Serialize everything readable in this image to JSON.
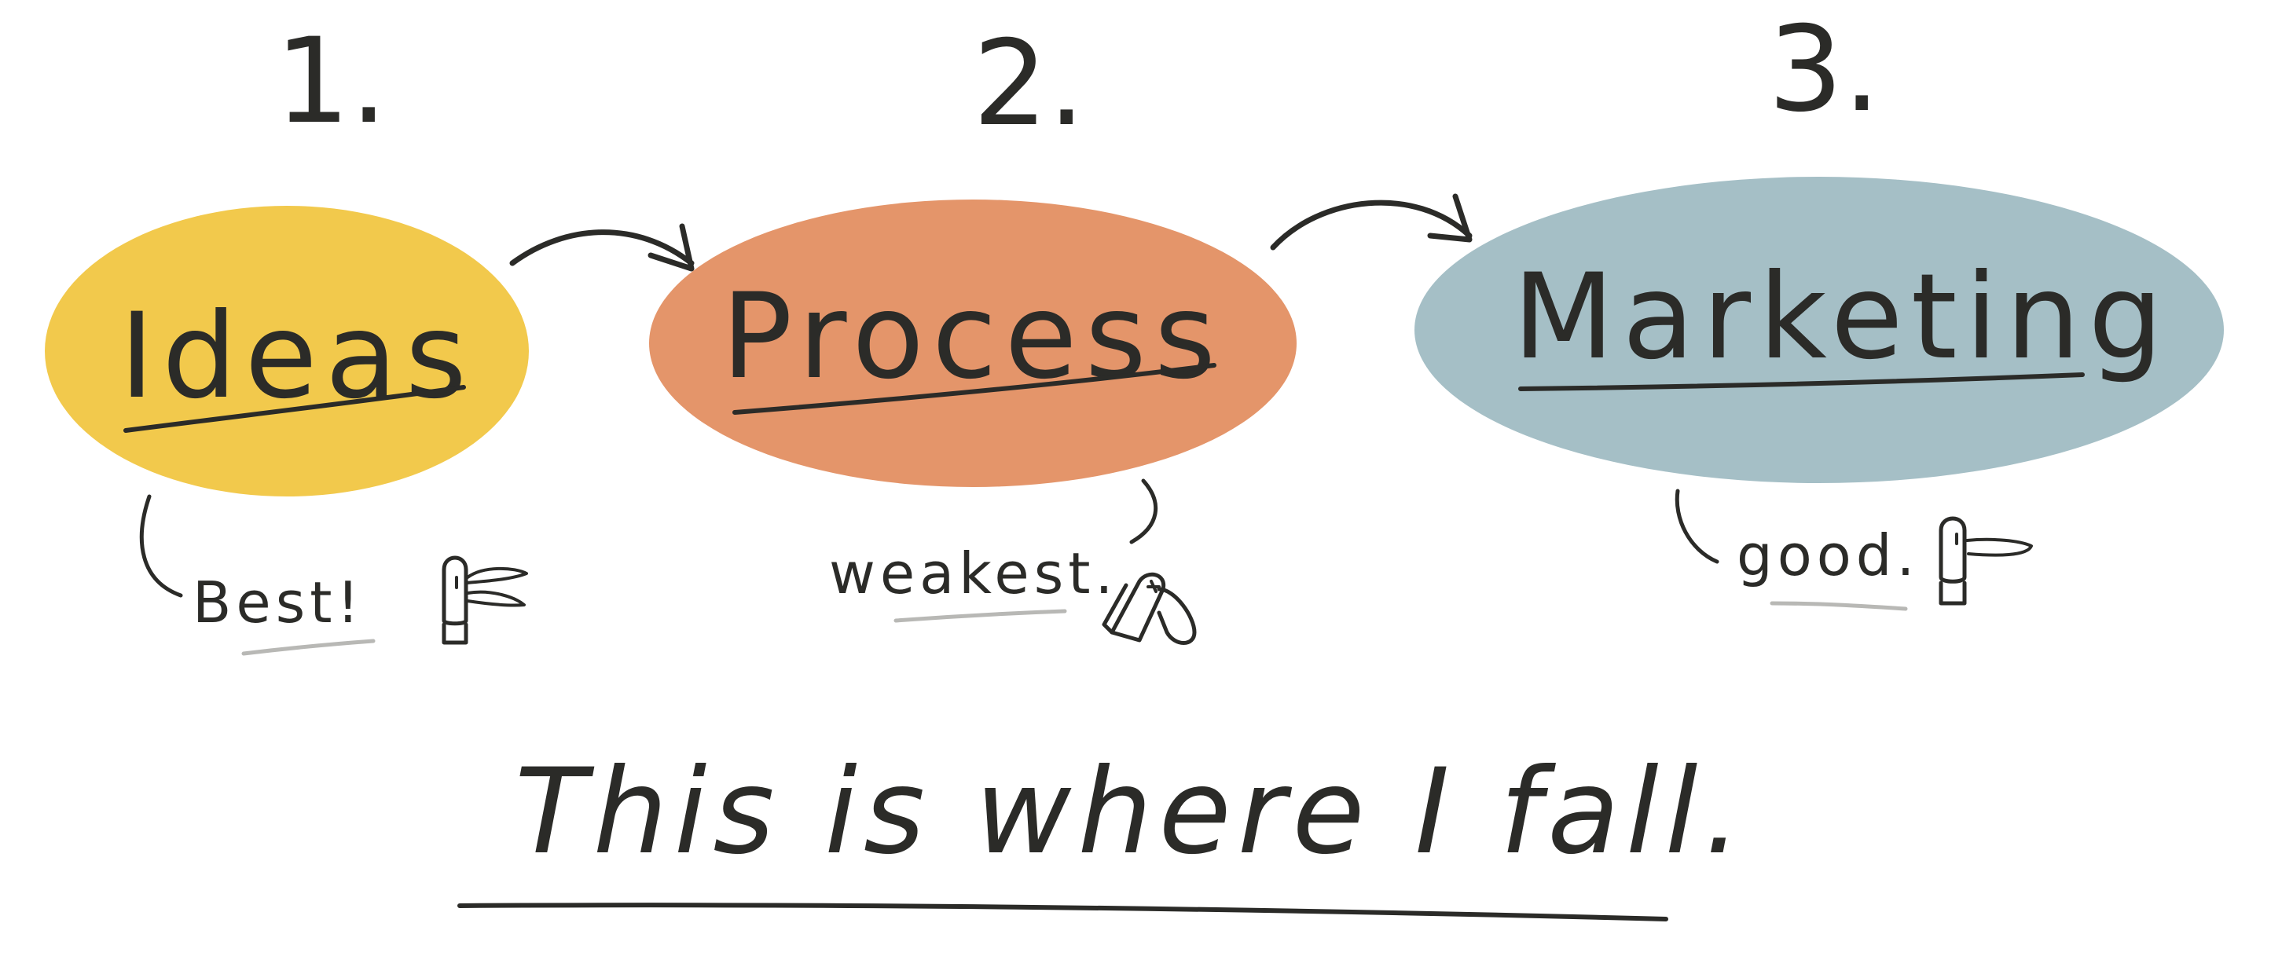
{
  "stages": [
    {
      "number": "1.",
      "title": "Ideas",
      "note": "Best!",
      "color": "#f2c94c"
    },
    {
      "number": "2.",
      "title": "Process",
      "note": "weakest.",
      "color": "#e4956a"
    },
    {
      "number": "3.",
      "title": "Marketing",
      "note": "good.",
      "color": "#a5bfc6"
    }
  ],
  "arrows": [
    "arrow-ideas-to-process",
    "arrow-process-to-marketing"
  ],
  "footer": {
    "text": "This is where I fall."
  },
  "icons": {
    "thumbs_up": "thumbs-up-icon",
    "thumbs_down": "thumbs-down-icon",
    "thumbs_sideways": "thumbs-sideways-icon"
  }
}
